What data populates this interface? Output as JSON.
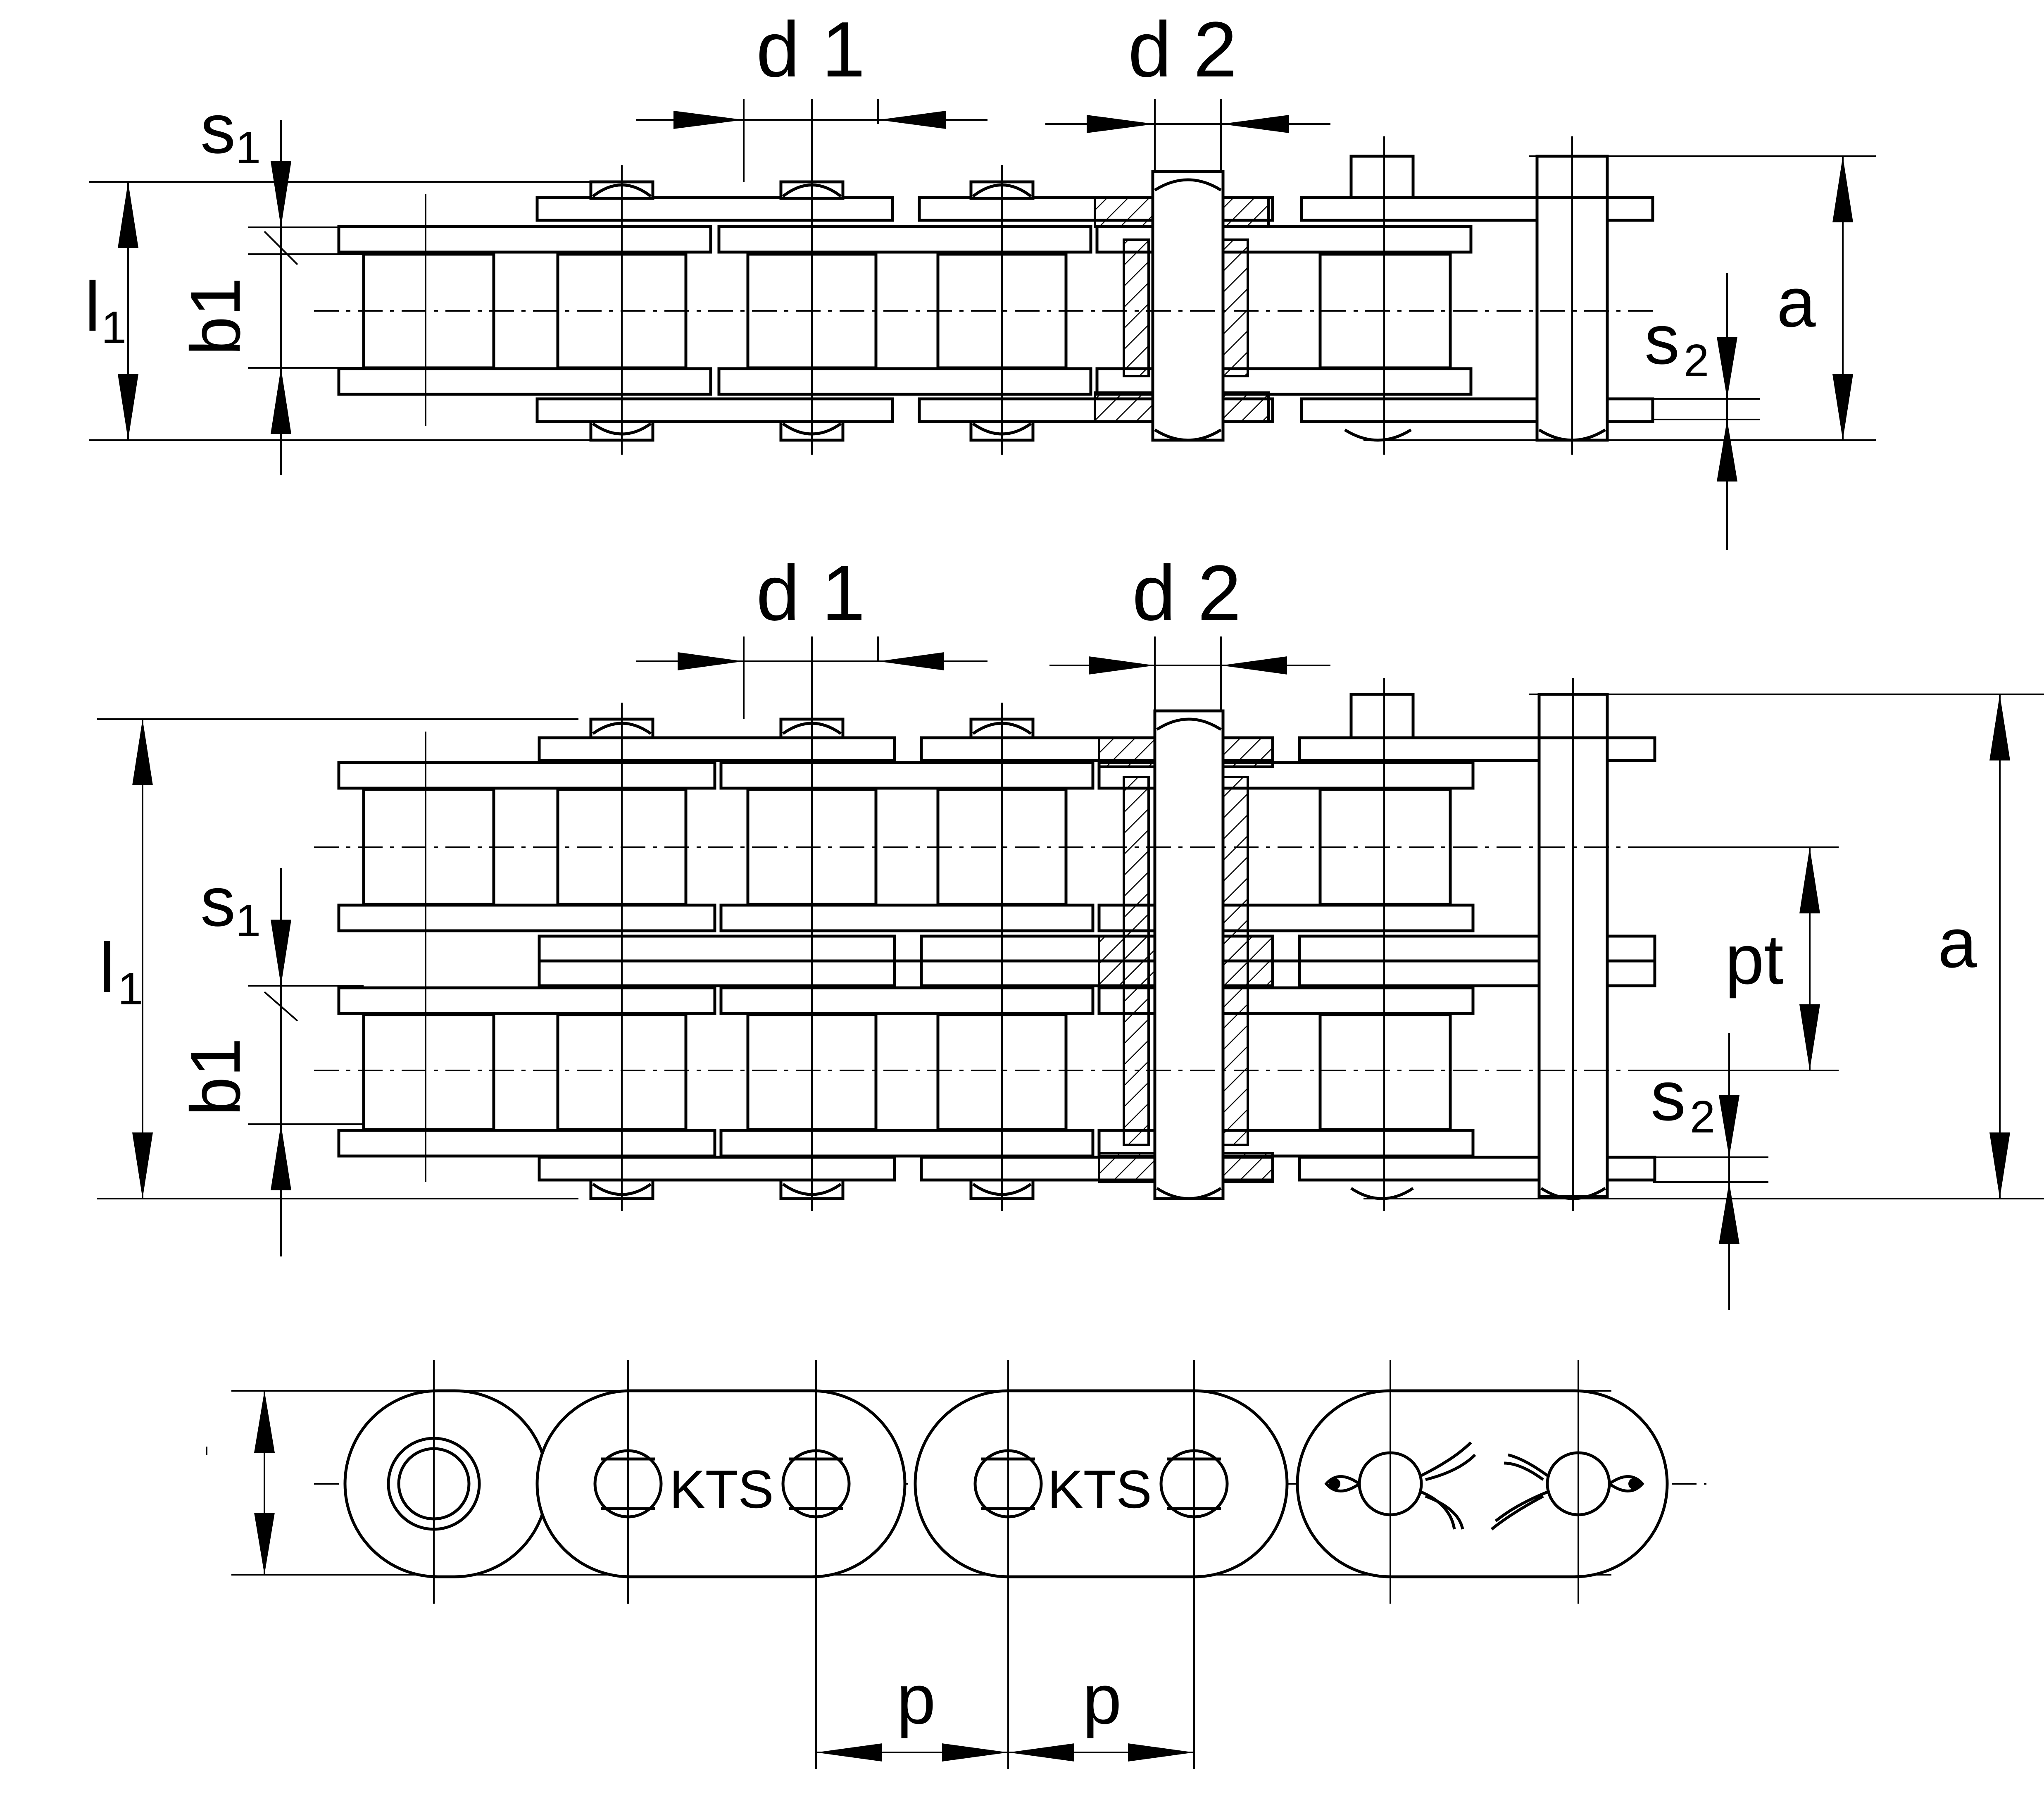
{
  "labels": {
    "d1": "d 1",
    "d2": "d 2",
    "s1": "s",
    "s1_sub": "1",
    "s2": "s",
    "s2_sub": "2",
    "l1": "l",
    "l1_sub": "1",
    "b1": "b1",
    "a": "a",
    "pt": "pt",
    "p": "p"
  },
  "plate_marks": [
    "KTS",
    "KTS"
  ],
  "colors": {
    "line": "#000000",
    "background": "#ffffff"
  }
}
